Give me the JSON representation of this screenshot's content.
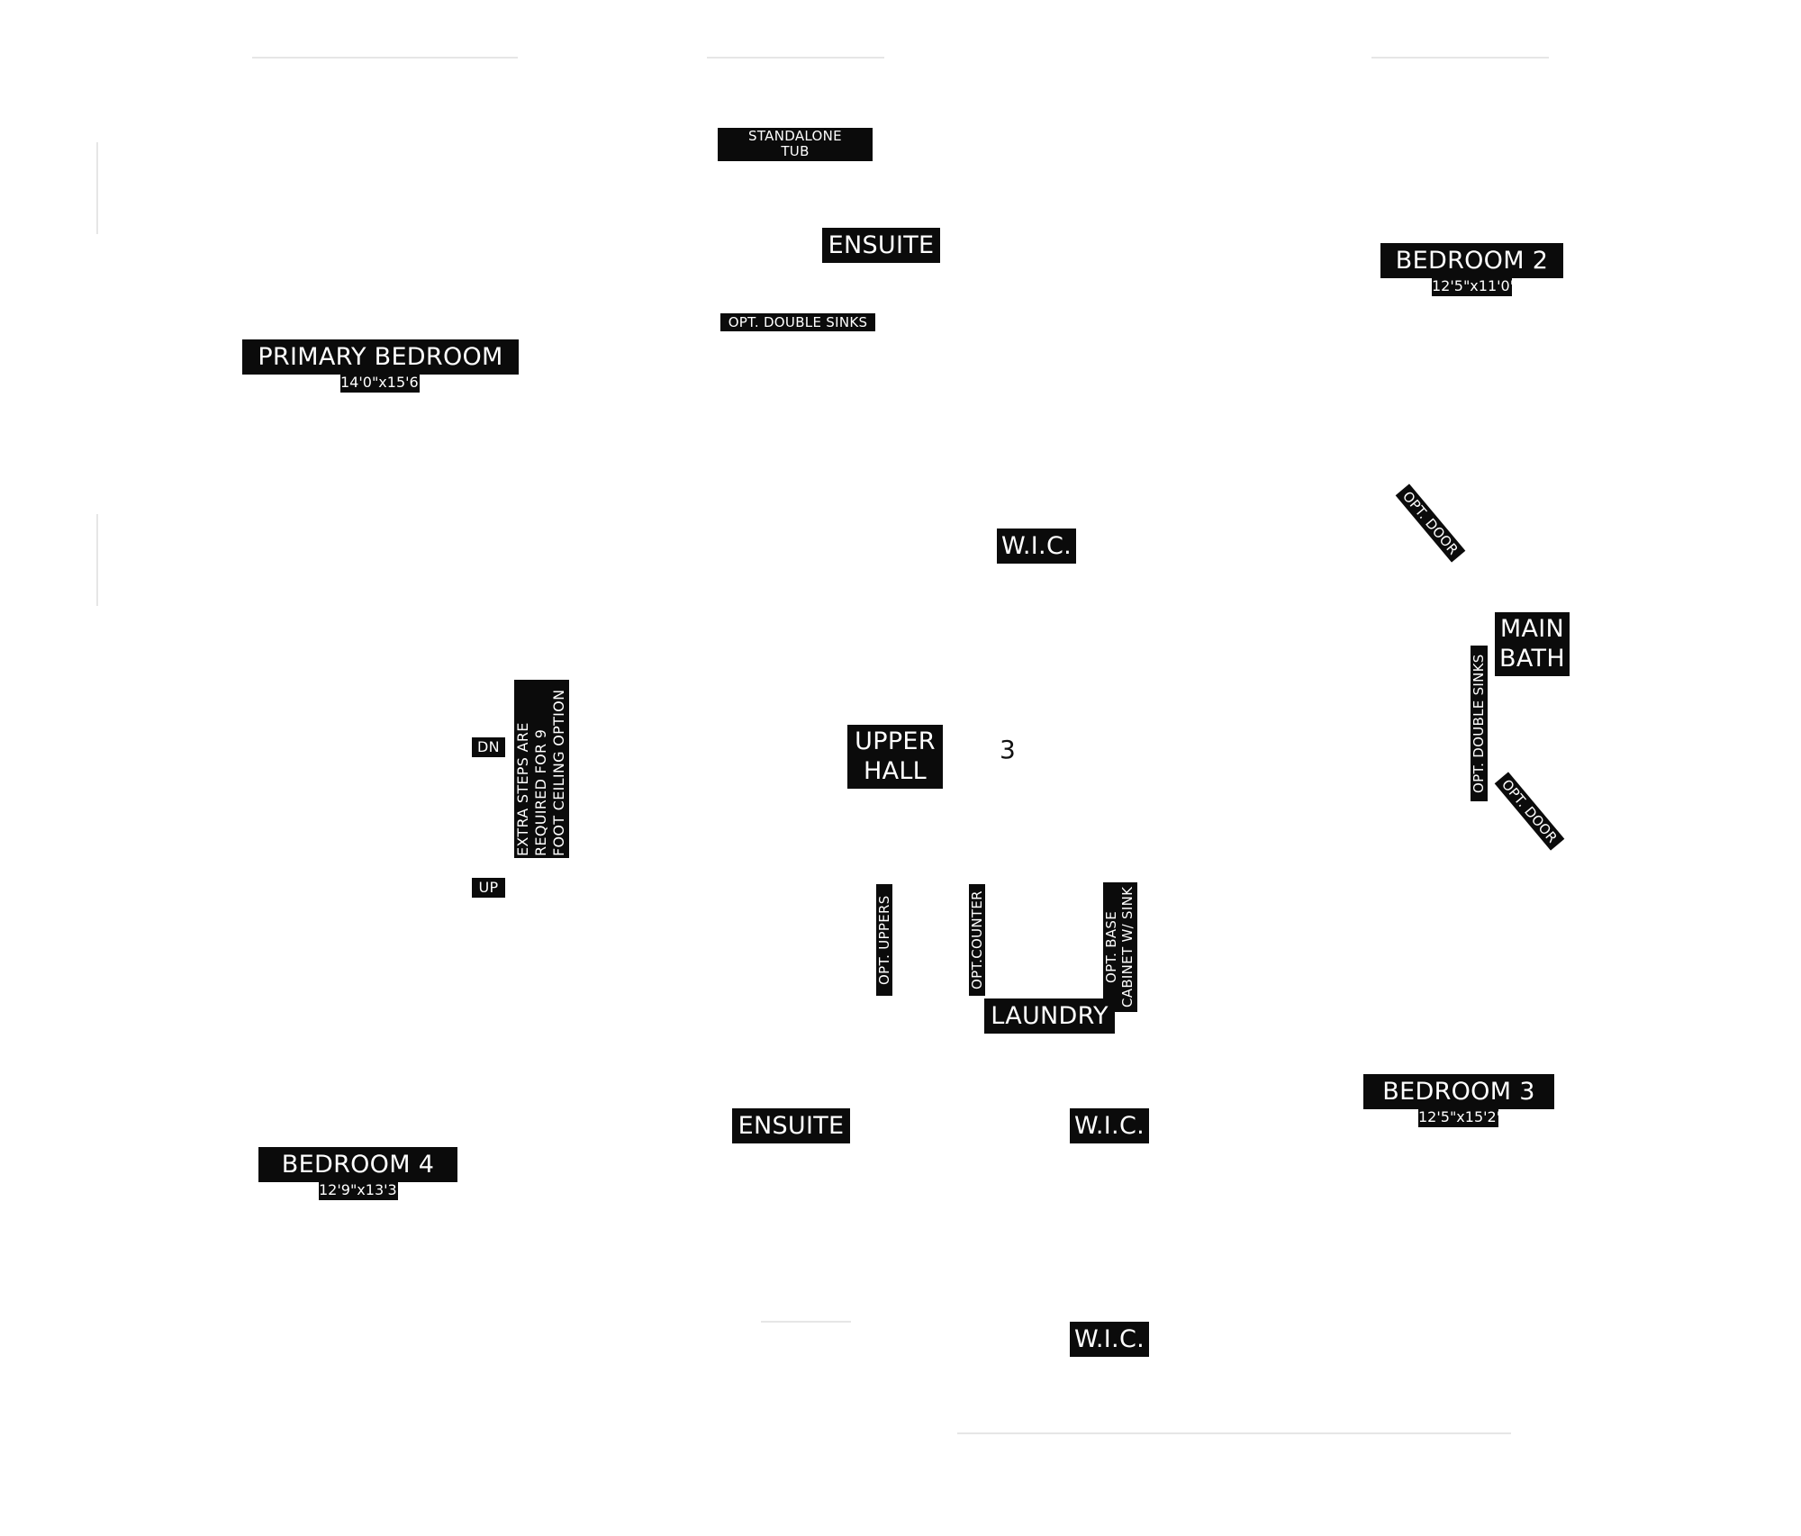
{
  "plan": {
    "labels": {
      "standalone_tub": "STANDALONE\nTUB",
      "ensuite_top": "ENSUITE",
      "opt_double_sinks_top": "OPT. DOUBLE SINKS",
      "bedroom2": "BEDROOM 2",
      "bedroom2_dim": "12'5\"x11'0\"",
      "primary_bedroom": "PRIMARY BEDROOM",
      "primary_bedroom_dim": "14'0\"x15'6\"",
      "wic_top": "W.I.C.",
      "opt_door_upper": "OPT. DOOR",
      "main_bath": "MAIN\nBATH",
      "opt_double_sinks_side": "OPT. DOUBLE SINKS",
      "opt_door_lower": "OPT. DOOR",
      "dn": "DN",
      "extra_steps": "EXTRA STEPS ARE\nREQUIRED FOR 9\nFOOT CEILING OPTION",
      "upper_hall": "UPPER\nHALL",
      "number_3": "3",
      "up": "UP",
      "opt_uppers": "OPT. UPPERS",
      "opt_counter": "OPT.COUNTER",
      "opt_base_cabinet": "OPT. BASE\nCABINET W/ SINK",
      "laundry": "LAUNDRY",
      "bedroom3": "BEDROOM 3",
      "bedroom3_dim": "12'5\"x15'2\"",
      "ensuite_bottom": "ENSUITE",
      "wic_middle": "W.I.C.",
      "bedroom4": "BEDROOM 4",
      "bedroom4_dim": "12'9\"x13'3\"",
      "wic_bottom": "W.I.C."
    },
    "colors": {
      "label_bg": "#0b0b0b",
      "label_text": "#ffffff",
      "wall_lines": "#e6e6e6"
    }
  }
}
